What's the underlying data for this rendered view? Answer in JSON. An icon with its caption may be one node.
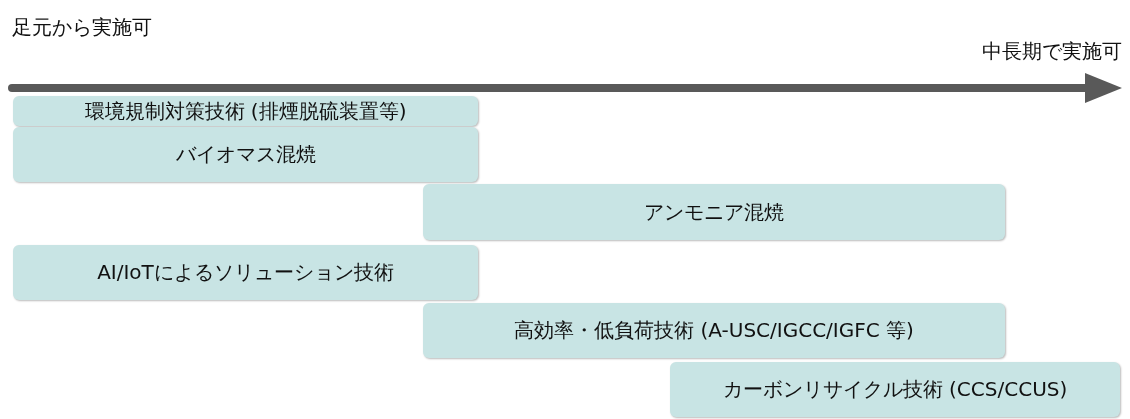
{
  "diagram": {
    "nodes": [
      {
        "text": [
          "環境規制対策技術 (排煙脱硫装置等)"
        ]
      },
      {
        "text": [
          "バイオマス混焼"
        ]
      },
      {
        "text": [
          "アンモニア混焼"
        ]
      },
      {
        "text": [
          "AI/IoTによるソリューション技術"
        ]
      },
      {
        "text": [
          "高効率・低負荷技術 (A-USC/IGCC/IGFC 等)"
        ]
      },
      {
        "text": [
          "カーボンリサイクル技術 (CCS/CCUS)"
        ]
      }
    ],
    "edges": [],
    "labels": [
      "足元から実施可",
      "中長期で実施可"
    ]
  }
}
